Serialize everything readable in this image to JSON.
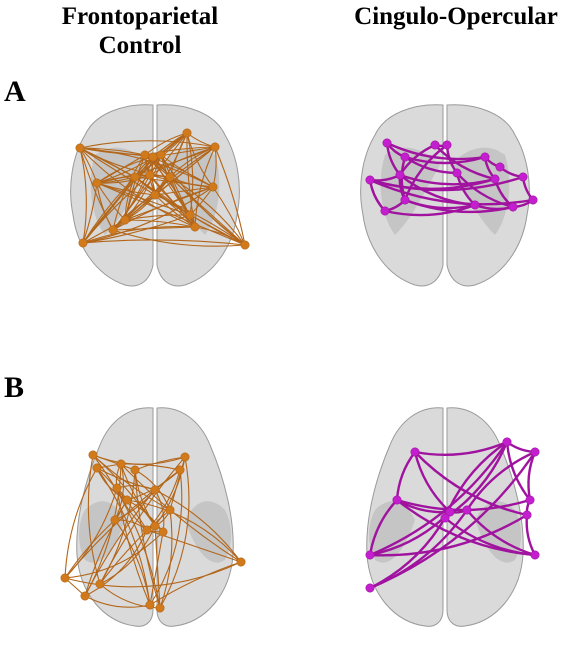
{
  "titles": {
    "fp_line1": "Frontoparietal",
    "fp_line2": "Control",
    "co": "Cingulo-Opercular"
  },
  "rows": {
    "a": "A",
    "b": "B"
  },
  "colors": {
    "frontoparietal": "#d17a1c",
    "frontoparietal_edge": "#b2661a",
    "cingulo_opercular": "#c41fcf",
    "cingulo_opercular_edge": "#a0139f",
    "brain_fill": "#d4d4d4",
    "brain_stroke": "#9a9a9a"
  },
  "views": {
    "a": "coronal",
    "b": "axial"
  }
}
